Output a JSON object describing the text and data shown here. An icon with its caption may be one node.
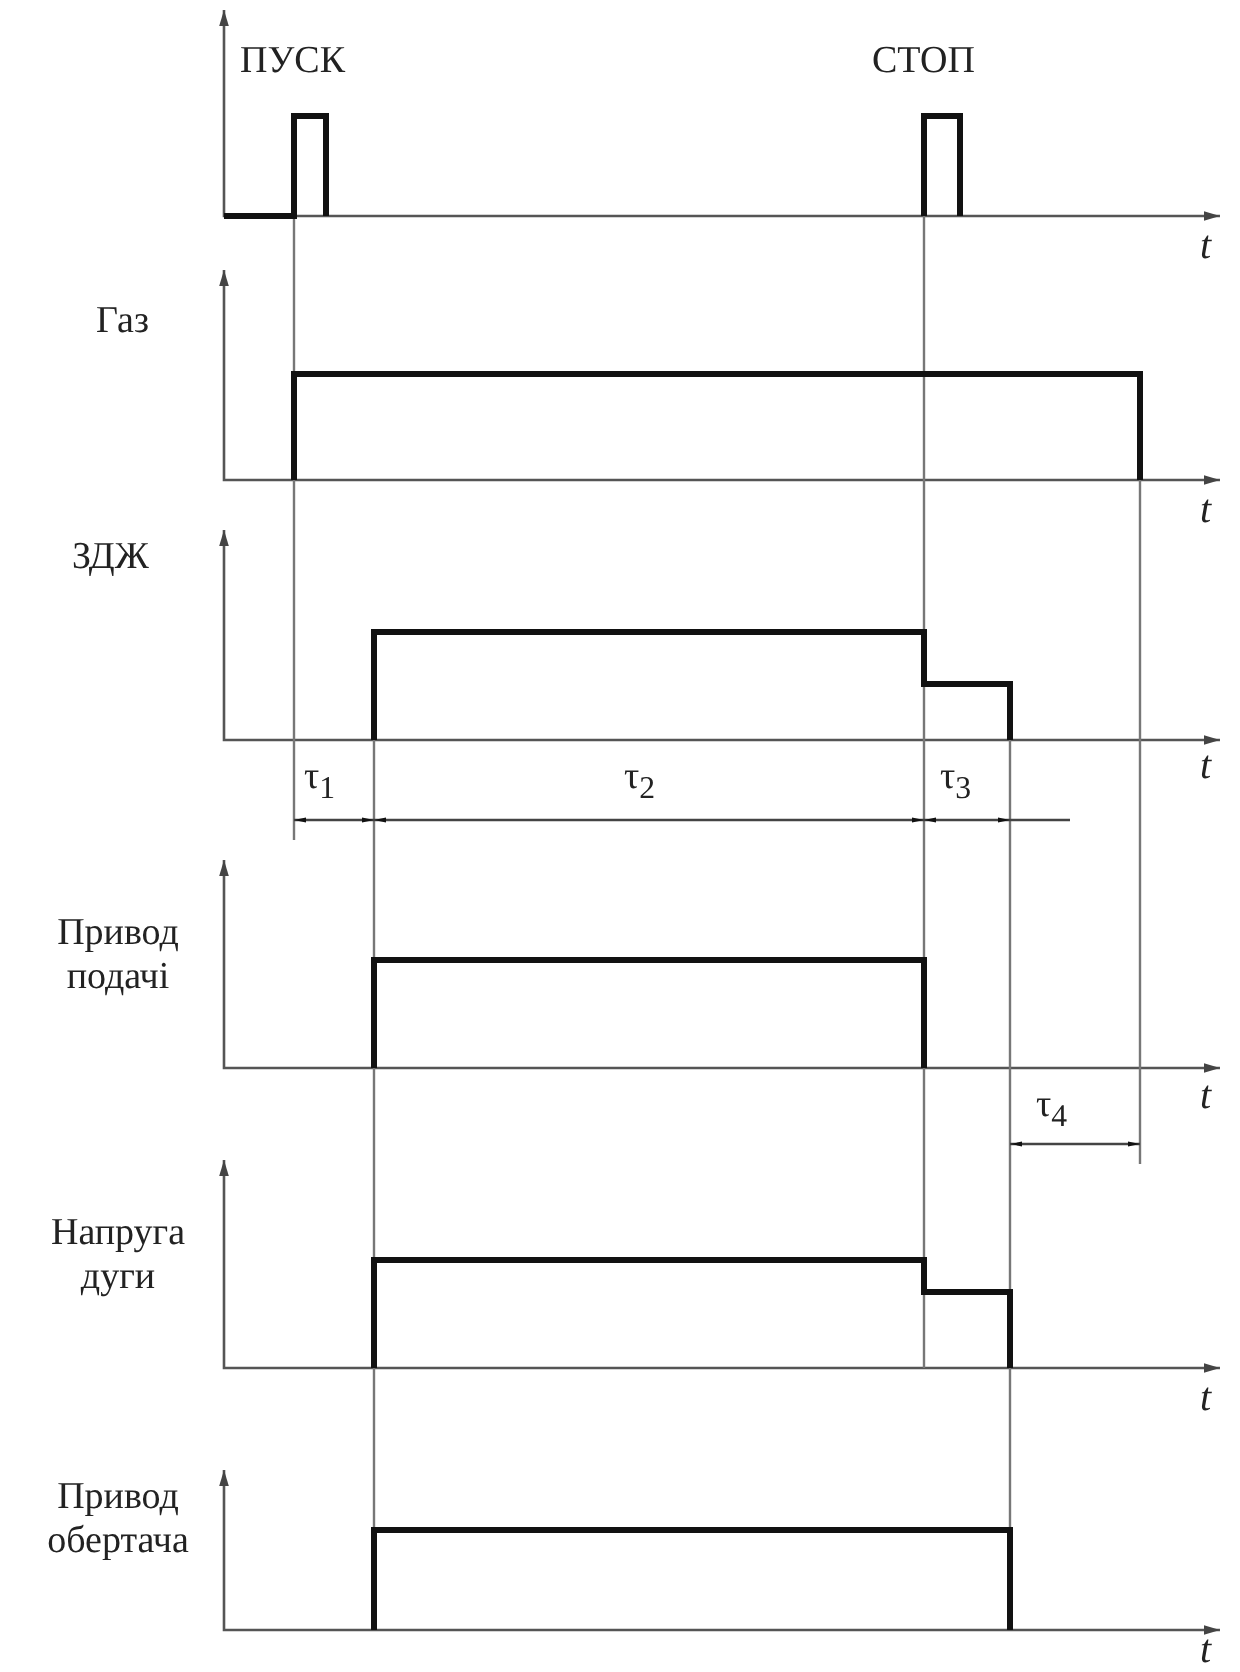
{
  "diagram": {
    "labels": [
      "ПУСК",
      "СТОП",
      "t",
      "Газ",
      "t",
      "ЗДЖ",
      "t",
      "τ$_{1}$",
      "τ$_{2}$",
      "τ$_{3}$",
      "Привод подачі",
      "t",
      "τ$_{4}$",
      "Напруга дуги",
      "t",
      "Привод обертача",
      "t"
    ]
  }
}
